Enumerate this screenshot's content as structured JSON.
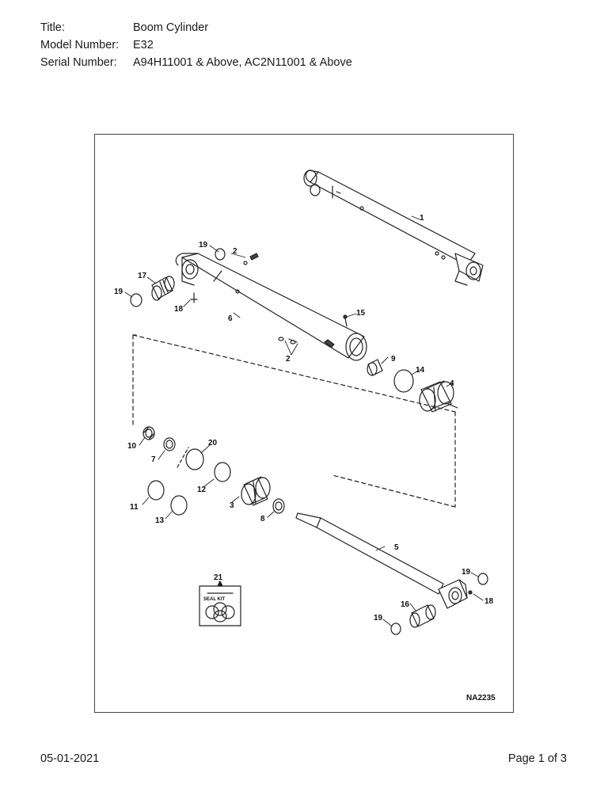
{
  "header": {
    "title_label": "Title:",
    "title_value": "Boom Cylinder",
    "model_label": "Model Number:",
    "model_value": "E32",
    "serial_label": "Serial Number:",
    "serial_value": "A94H11001 & Above, AC2N11001 & Above"
  },
  "diagram": {
    "drawing_number": "NA2235",
    "seal_kit_label": "SEAL KIT",
    "callouts": {
      "c1": "1",
      "c2a": "2",
      "c2b": "2",
      "c3": "3",
      "c4": "4",
      "c5": "5",
      "c6": "6",
      "c7": "7",
      "c8": "8",
      "c9": "9",
      "c10": "10",
      "c11": "11",
      "c12": "12",
      "c13": "13",
      "c14": "14",
      "c15": "15",
      "c16": "16",
      "c17": "17",
      "c18a": "18",
      "c18b": "18",
      "c19a": "19",
      "c19b": "19",
      "c19c": "19",
      "c19d": "19",
      "c20": "20",
      "c21": "21"
    }
  },
  "footer": {
    "date": "05-01-2021",
    "page": "Page 1 of 3"
  }
}
